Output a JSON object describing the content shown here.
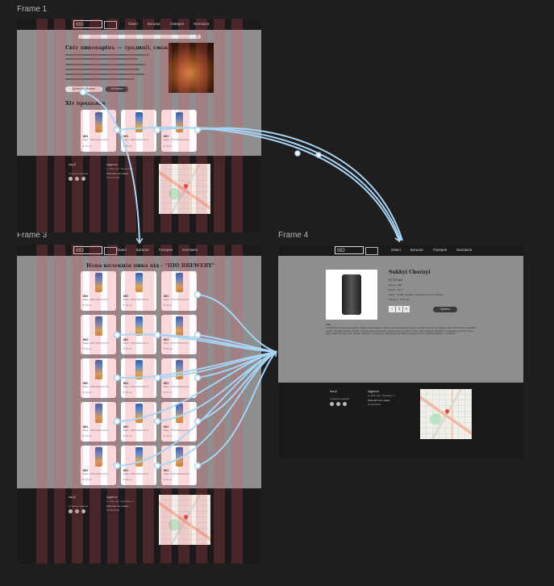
{
  "canvas": {
    "bg_color": "#1e1e1e",
    "wire_color": "#a8d4f5"
  },
  "frames": {
    "frame1": "Frame 1",
    "frame3": "Frame 3",
    "frame4": "Frame 4"
  },
  "site": {
    "logo": "IIIO",
    "nav": [
      "Описі",
      "Каталог",
      "Галерея",
      "Контакти"
    ],
    "hero_title": "Світ пивоварінь — традиції, смаковий, сила",
    "btn_primary": "Дізнатись більше",
    "btn_secondary": "Контакти",
    "hits_title": "Хіт продажів",
    "collection_title": "Нова колекція пива від - \"IIIO BREWERY\""
  },
  "card": {
    "title": "IIIO",
    "subtitle": "Лагер · 5,5% Об'єм 0,5 л/л",
    "price": "87,00 грн"
  },
  "footer": {
    "col1_title": "Акції",
    "col1_sub": "Соціальні мережі",
    "col2_title": "Адреса",
    "col2_line1": "м. Київ, вул. Грушева, 4",
    "col2_line2": "Робочий час з вами",
    "col2_line3": "10:00-20:00"
  },
  "product": {
    "name": "Sukhyi Chornyi",
    "price": "87,00 грн",
    "rows": [
      {
        "label": "Бренд",
        "value": "IIIO"
      },
      {
        "label": "Об'єм",
        "value": "0,5 л"
      },
      {
        "label": "Смак",
        "value": "Гіркий, пряний, з ароматом білого хмелю"
      },
      {
        "label": "Міцність",
        "value": "5,5% об."
      }
    ],
    "qty": "1",
    "minus": "−",
    "plus": "+",
    "buy_label": "Купити",
    "desc_head": "Опис",
    "desc": "Темний лагер з насиченим смаком і карамельними нотками. Зварене за класичною рецептурою з солодів та хмелю, які надають пиву глибокий колір і виразний аромат. Пиво має приємну гірчинку та збалансований післясмак. Ідеально пасує до м'ясних страв, сирів та закусок. Подавати охолодженим до 6–8°C. Склад: вода, ячмінний солод, хміль, дріжджі. Зберігати в сухому місці, захищеному від прямого сонячного світла. Термін придатності – 12 місяців."
  }
}
